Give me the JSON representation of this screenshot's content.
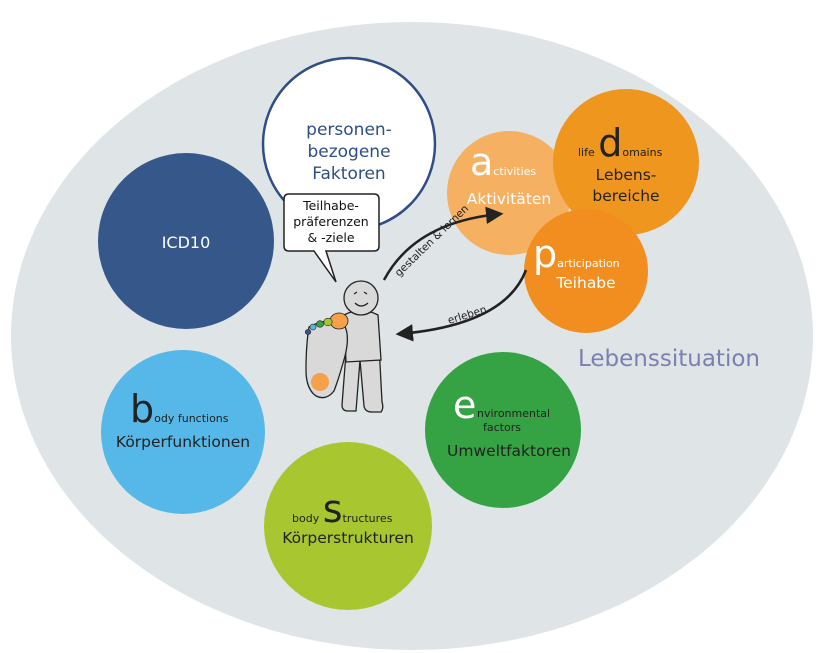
{
  "personal": {
    "line1": "personen-",
    "line2": "bezogene",
    "line3": "Faktoren"
  },
  "speech_bubble": {
    "line1": "Teilhabe-",
    "line2": "präferenzen",
    "line3": "& -ziele"
  },
  "icd": {
    "label": "ICD10"
  },
  "activities": {
    "letter": "a",
    "rest": "ctivities",
    "label": "Aktivitäten"
  },
  "domains": {
    "prefix": "life ",
    "letter": "d",
    "rest": "omains",
    "line1": "Lebens-",
    "line2": "bereiche"
  },
  "participation": {
    "letter": "p",
    "rest": "articipation",
    "label": "Teihabe"
  },
  "environmental": {
    "letter": "e",
    "rest1": "nvironmental",
    "rest2": "factors",
    "label": "Umweltfaktoren"
  },
  "body_functions": {
    "letter": "b",
    "rest": "ody functions",
    "label": "Körperfunktionen"
  },
  "body_structures": {
    "prefix": "body ",
    "letter": "s",
    "rest": "tructures",
    "label": "Körperstrukturen"
  },
  "arrows": {
    "upper": "gestalten & lernen",
    "lower": "erleben"
  },
  "background": {
    "label": "Lebenssituation"
  },
  "colors": {
    "ellipse": "#dfe4e7",
    "icd": "#36578a",
    "personal_stroke": "#2f4e86",
    "activities": "#f5b062",
    "domains": "#ee961d",
    "participation": "#f18e1f",
    "environmental": "#35a244",
    "body_functions": "#55b8e8",
    "body_structures": "#a8c630",
    "lebenssituation_text": "#7d7fb0"
  }
}
